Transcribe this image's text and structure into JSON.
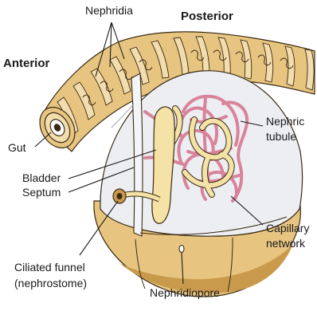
{
  "labels": {
    "nephridia": "Nephridia",
    "posterior": "Posterior",
    "anterior": "Anterior",
    "gut": "Gut",
    "nephric_tubule_1": "Nephric",
    "nephric_tubule_2": "tubule",
    "bladder": "Bladder",
    "septum": "Septum",
    "capillary_1": "Capillary",
    "capillary_2": "network",
    "funnel_1": "Ciliated funnel",
    "funnel_2": "(nephrostome)",
    "nephridiopore": "Nephridiopore"
  },
  "colors": {
    "body_tan": "#e7c581",
    "body_dark": "#c99a4c",
    "segment_light": "#f2ddae",
    "interior": "#eceef2",
    "capillary": "#d9839b",
    "tubule": "#f4e2a6",
    "outline": "#3a2a14"
  }
}
